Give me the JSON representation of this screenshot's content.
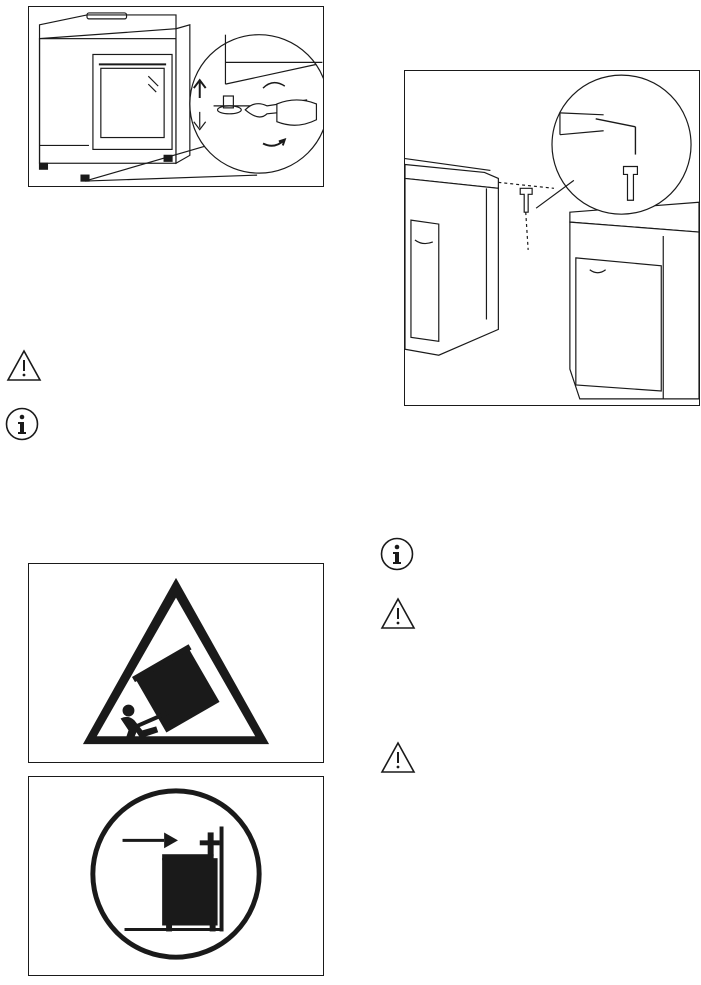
{
  "figures": [
    {
      "id": "cooker-feet-adjustment",
      "icon": "cooker-leveling-feet-illustration"
    },
    {
      "id": "anti-tilt-bracket-installation",
      "icon": "anti-tilt-bracket-cabinet-illustration"
    },
    {
      "id": "tip-over-hazard",
      "icon": "tip-over-warning-triangle"
    },
    {
      "id": "anti-tilt-mandatory",
      "icon": "anti-tilt-bracket-circle-sign"
    }
  ],
  "notices": [
    {
      "type": "warning",
      "icon": "warning-triangle-icon"
    },
    {
      "type": "information",
      "icon": "info-icon"
    },
    {
      "type": "information",
      "icon": "info-icon"
    },
    {
      "type": "warning",
      "icon": "warning-triangle-icon"
    },
    {
      "type": "warning",
      "icon": "warning-triangle-icon"
    }
  ],
  "colors": {
    "ink": "#1a1a1a",
    "paper": "#ffffff",
    "gray": "#8a8a8a"
  }
}
